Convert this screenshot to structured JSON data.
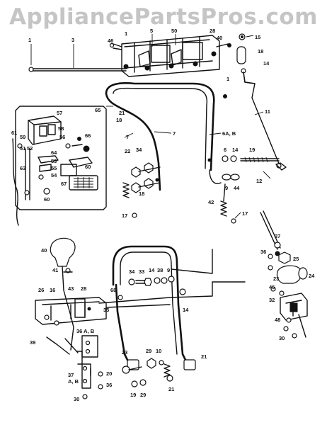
{
  "watermark": "AppliancePartsPros.com",
  "callouts": [
    {
      "text": "1"
    },
    {
      "text": "3"
    },
    {
      "text": "1"
    },
    {
      "text": "46"
    },
    {
      "text": "5"
    },
    {
      "text": "50"
    },
    {
      "text": "28"
    },
    {
      "text": "40"
    },
    {
      "text": "15"
    },
    {
      "text": "18"
    },
    {
      "text": "14"
    },
    {
      "text": "1"
    },
    {
      "text": "11"
    },
    {
      "text": "21"
    },
    {
      "text": "18"
    },
    {
      "text": "7"
    },
    {
      "text": "7"
    },
    {
      "text": "6A, B"
    },
    {
      "text": "22"
    },
    {
      "text": "34"
    },
    {
      "text": "6"
    },
    {
      "text": "14"
    },
    {
      "text": "19"
    },
    {
      "text": "44"
    },
    {
      "text": "9"
    },
    {
      "text": "12"
    },
    {
      "text": "18"
    },
    {
      "text": "42"
    },
    {
      "text": "17"
    },
    {
      "text": "17"
    },
    {
      "text": "57"
    },
    {
      "text": "58"
    },
    {
      "text": "65"
    },
    {
      "text": "61"
    },
    {
      "text": "59"
    },
    {
      "text": "56"
    },
    {
      "text": "66"
    },
    {
      "text": "64"
    },
    {
      "text": "53"
    },
    {
      "text": "55"
    },
    {
      "text": "54"
    },
    {
      "text": "63"
    },
    {
      "text": "51"
    },
    {
      "text": "52"
    },
    {
      "text": "60"
    },
    {
      "text": "67"
    },
    {
      "text": "60"
    },
    {
      "text": "40"
    },
    {
      "text": "41"
    },
    {
      "text": "34"
    },
    {
      "text": "33"
    },
    {
      "text": "14"
    },
    {
      "text": "38"
    },
    {
      "text": "9"
    },
    {
      "text": "68"
    },
    {
      "text": "14"
    },
    {
      "text": "37"
    },
    {
      "text": "36"
    },
    {
      "text": "25"
    },
    {
      "text": "24"
    },
    {
      "text": "23"
    },
    {
      "text": "45"
    },
    {
      "text": "32"
    },
    {
      "text": "48"
    },
    {
      "text": "30"
    },
    {
      "text": "26"
    },
    {
      "text": "16"
    },
    {
      "text": "43"
    },
    {
      "text": "28"
    },
    {
      "text": "36 A, B"
    },
    {
      "text": "35"
    },
    {
      "text": "39"
    },
    {
      "text": "23"
    },
    {
      "text": "29"
    },
    {
      "text": "10"
    },
    {
      "text": "21"
    },
    {
      "text": "20"
    },
    {
      "text": "37"
    },
    {
      "text": "A, B"
    },
    {
      "text": "30"
    },
    {
      "text": "19"
    },
    {
      "text": "29"
    },
    {
      "text": "21"
    },
    {
      "text": "36"
    }
  ]
}
